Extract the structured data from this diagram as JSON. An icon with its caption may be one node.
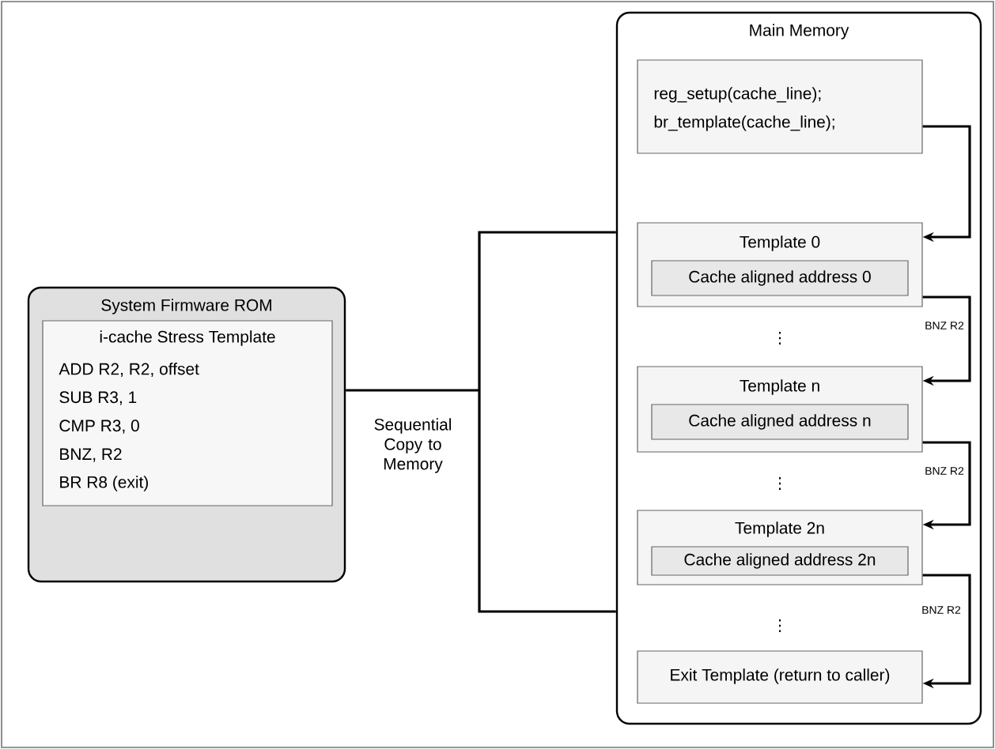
{
  "diagram": {
    "nodes": [
      {
        "text": [
          "System Firmware ROM"
        ]
      },
      {
        "text": [
          "i-cache Stress Template",
          "ADD R2, R2, offset",
          "SUB R3, 1",
          "CMP R3, 0",
          "BNZ, R2",
          "BR R8 (exit)"
        ],
        "in": 0
      },
      {
        "text": [
          "Main Memory"
        ]
      },
      {
        "text": [
          "reg_setup(cache_line);",
          "br_template(cache_line);"
        ],
        "in": 2
      },
      {
        "text": [
          "Template 0"
        ],
        "in": 2
      },
      {
        "text": [
          "Cache aligned address 0"
        ],
        "in": 4
      },
      {
        "text": [
          "Template n"
        ],
        "in": 2
      },
      {
        "text": [
          "Cache aligned address n"
        ],
        "in": 6
      },
      {
        "text": [
          "Template 2n"
        ],
        "in": 2
      },
      {
        "text": [
          "Cache aligned address 2n"
        ],
        "in": 8
      },
      {
        "text": [
          "Exit Template (return to caller)"
        ],
        "in": 2
      }
    ],
    "edges": [
      {
        "from": 0,
        "to": 2,
        "arrow": "none",
        "label": "Sequential Copy to Memory"
      },
      {
        "from": 3,
        "to": 4,
        "arrow": "to"
      },
      {
        "from": 4,
        "to": 6,
        "arrow": "to",
        "label": "BNZ R2"
      },
      {
        "from": 6,
        "to": 8,
        "arrow": "to",
        "label": "BNZ R2"
      },
      {
        "from": 8,
        "to": 10,
        "arrow": "to",
        "label": "BNZ R2"
      }
    ],
    "labels": [
      "⋮",
      "⋮",
      "⋮"
    ]
  }
}
